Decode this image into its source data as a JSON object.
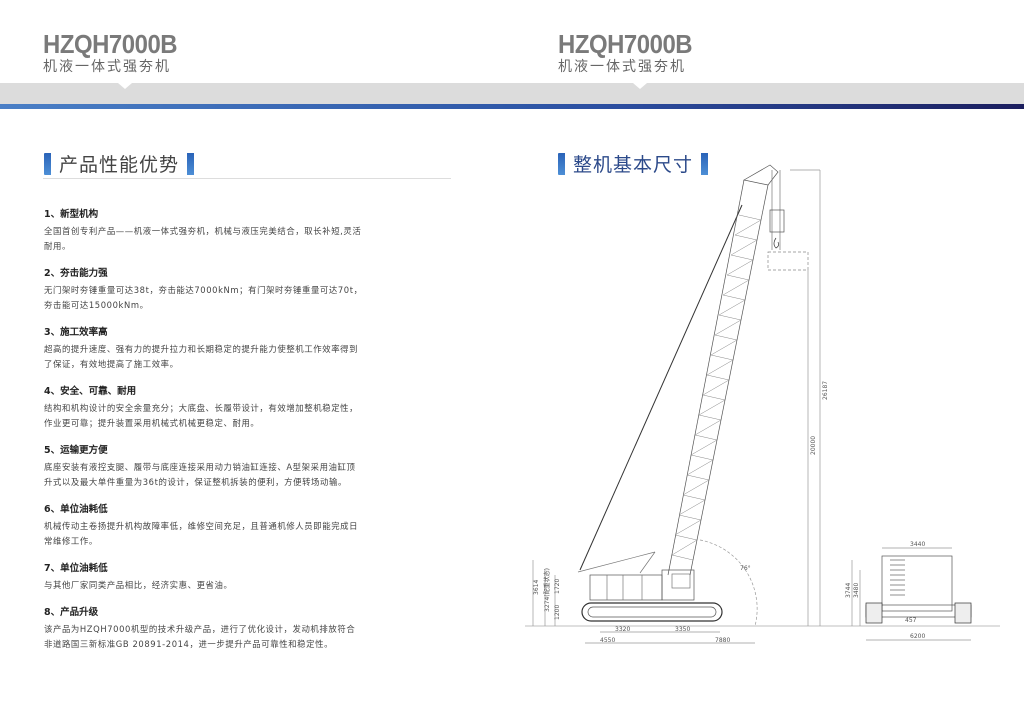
{
  "left_page": {
    "header": {
      "model": "HZQH7000B",
      "subtitle": "机液一体式强夯机"
    },
    "section_title": "产品性能优势",
    "features": [
      {
        "title": "1、新型机构",
        "text": "全国首创专利产品——机液一体式强夯机，机械与液压完美结合，取长补短,灵活耐用。"
      },
      {
        "title": "2、夯击能力强",
        "text": "无门架时夯锤重量可达38t，夯击能达7000kNm；有门架时夯锤重量可达70t，夯击能可达15000kNm。"
      },
      {
        "title": "3、施工效率高",
        "text": "超高的提升速度、强有力的提升拉力和长期稳定的提升能力使整机工作效率得到了保证，有效地提高了施工效率。"
      },
      {
        "title": "4、安全、可靠、耐用",
        "text": "结构和机构设计的安全余量充分；大底盘、长履带设计，有效增加整机稳定性，作业更可靠；提升装置采用机械式机械更稳定、耐用。"
      },
      {
        "title": "5、运输更方便",
        "text": "底座安装有液控支腿、履带与底座连接采用动力销油缸连接、A型架采用油缸顶升式以及最大单件重量为36t的设计，保证整机拆装的便利，方便转场动输。"
      },
      {
        "title": "6、单位油耗低",
        "text": "机械传动主卷扬提升机构故障率低，维修空间充足，且普通机修人员即能完成日常维修工作。"
      },
      {
        "title": "7、单位油耗低",
        "text": "与其他厂家同类产品相比，经济实惠、更省油。"
      },
      {
        "title": "8、产品升级",
        "text": "该产品为HZQH7000机型的技术升级产品，进行了优化设计，发动机排放符合非道路国三新标准GB 20891-2014，进一步提升产品可靠性和稳定性。"
      }
    ]
  },
  "right_page": {
    "header": {
      "model": "HZQH7000B",
      "subtitle": "机液一体式强夯机"
    },
    "section_title": "整机基本尺寸",
    "dimensions": {
      "side_view": {
        "total_height": "26187",
        "lift_height": "20000",
        "cab_height": "3614",
        "body_height": "3274(配重状态)",
        "upper_height": "1720",
        "track_height": "1200",
        "track_length_front": "3320",
        "track_length_rear": "3350",
        "tail_radius": "4550",
        "working_radius": "7880",
        "boom_angle": "76°"
      },
      "rear_view": {
        "upper_width": "3440",
        "total_height": "3744",
        "height_2": "3480",
        "ground_clearance": "457",
        "track_width": "6200"
      }
    },
    "colors": {
      "accent": "#2a63b8",
      "band": "#dcdcdc",
      "navy": "#1b1e5e"
    }
  }
}
